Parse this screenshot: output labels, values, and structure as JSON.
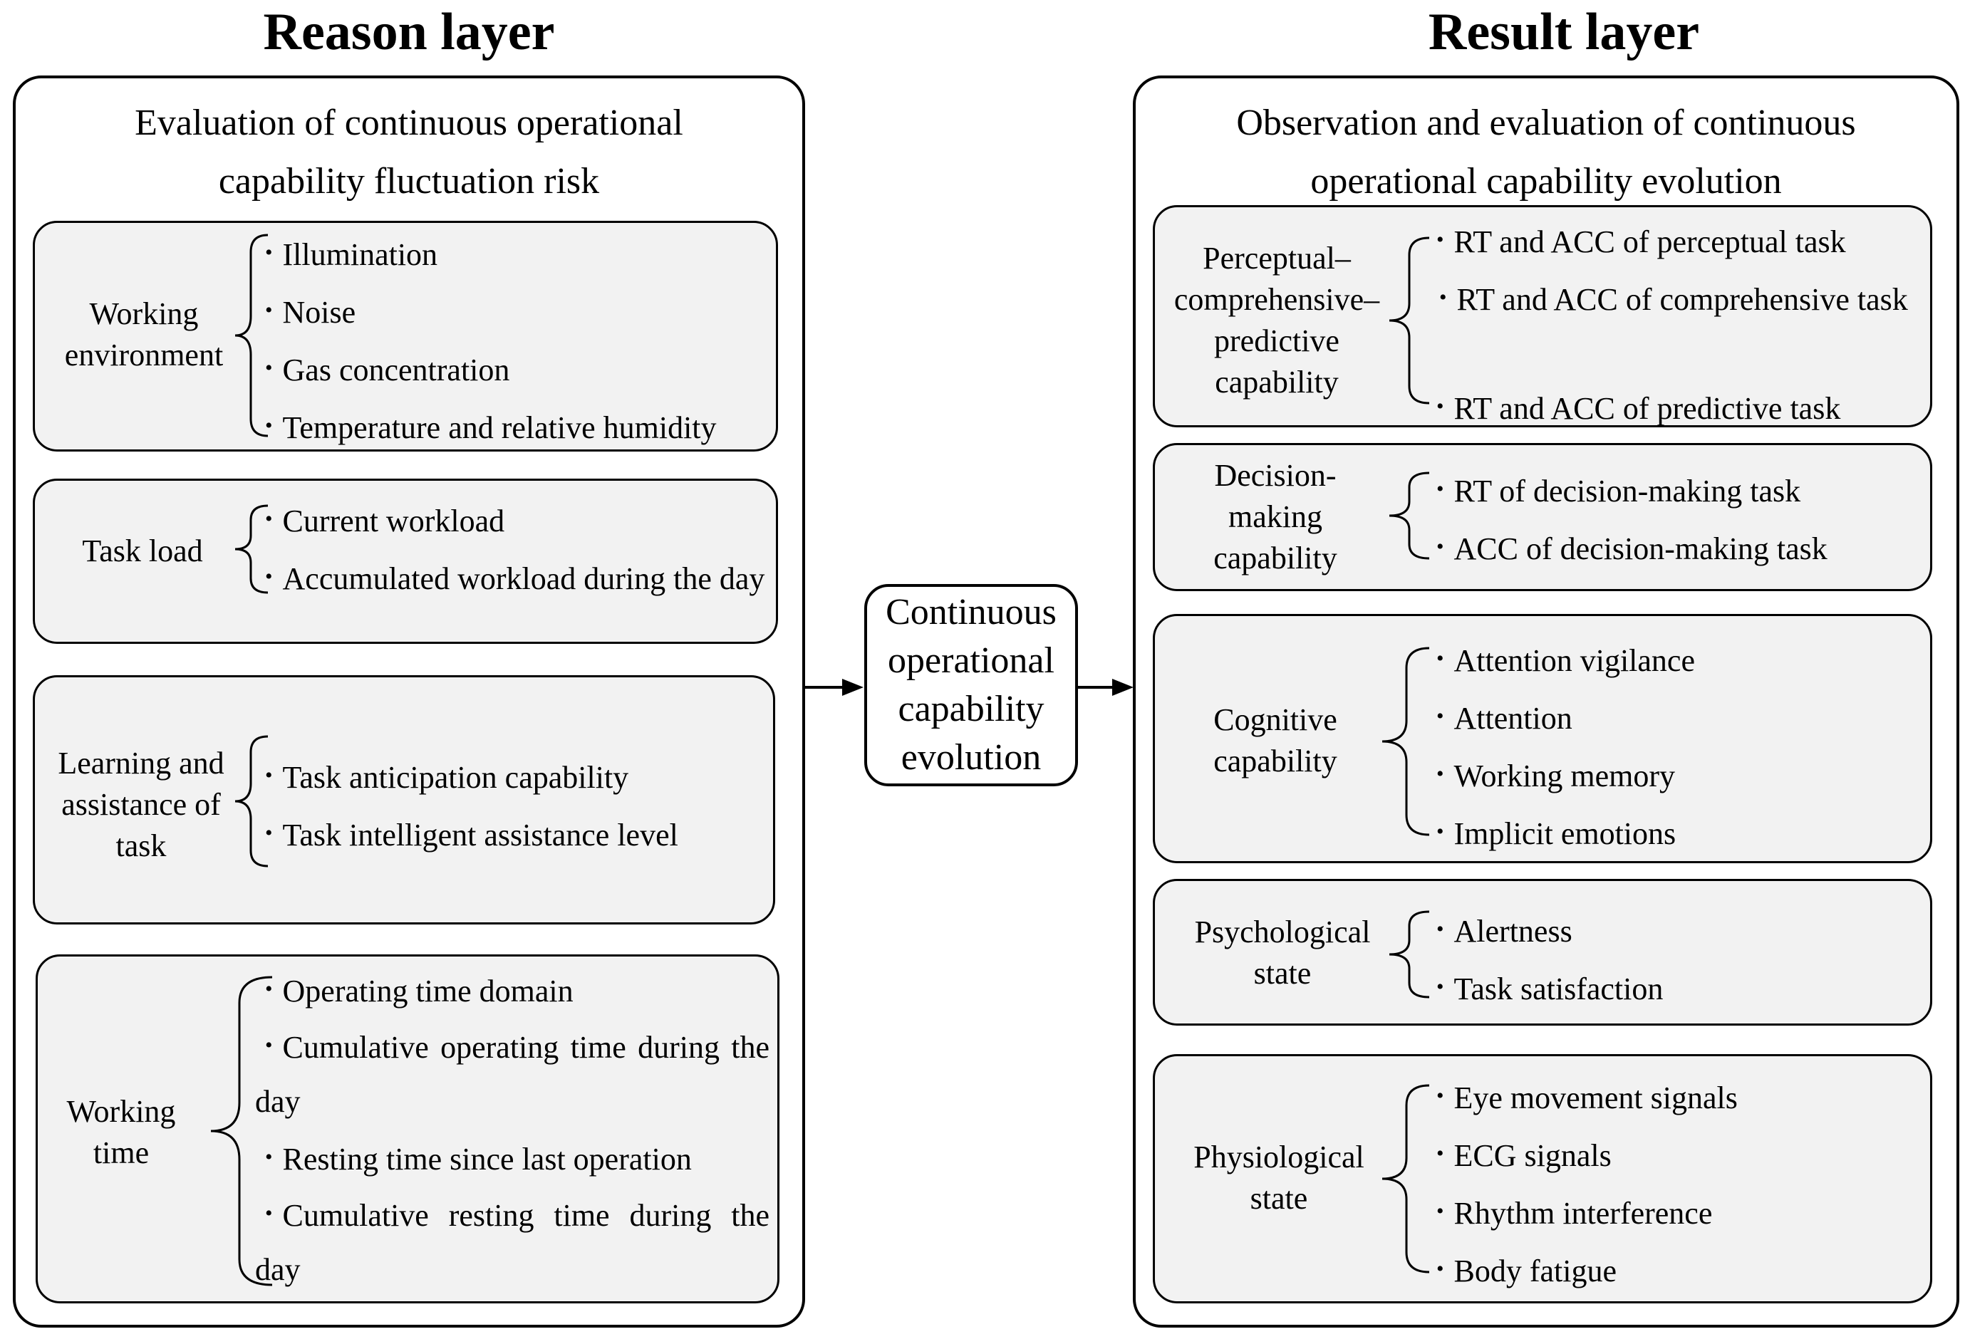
{
  "reason_layer": {
    "title": "Reason layer",
    "heading_line1": "Evaluation of continuous operational",
    "heading_line2": "capability fluctuation risk",
    "groups": [
      {
        "label": "Working environment",
        "items": [
          "Illumination",
          "Noise",
          "Gas concentration",
          "Temperature and relative humidity"
        ]
      },
      {
        "label": "Task load",
        "items": [
          "Current workload",
          "Accumulated workload during the day"
        ]
      },
      {
        "label": "Learning and assistance of task",
        "items": [
          "Task anticipation capability",
          "Task intelligent assistance level"
        ]
      },
      {
        "label": "Working time",
        "items": [
          "Operating time domain",
          "Cumulative operating time during the day",
          "Resting time since last operation",
          "Cumulative resting time during the day"
        ]
      }
    ]
  },
  "center": {
    "label": "Continuous operational capability evolution"
  },
  "result_layer": {
    "title": "Result layer",
    "heading_line1": "Observation and evaluation of continuous",
    "heading_line2": "operational capability evolution",
    "groups": [
      {
        "label": "Perceptual–comprehensive–predictive capability",
        "items": [
          "RT and ACC of perceptual task",
          "RT and ACC of comprehensive task",
          "RT and ACC of predictive task"
        ]
      },
      {
        "label": "Decision-making capability",
        "items": [
          "RT of decision-making task",
          "ACC of decision-making task"
        ]
      },
      {
        "label": "Cognitive capability",
        "items": [
          "Attention vigilance",
          "Attention",
          "Working memory",
          "Implicit emotions"
        ]
      },
      {
        "label": "Psychological state",
        "items": [
          "Alertness",
          "Task satisfaction"
        ]
      },
      {
        "label": "Physiological state",
        "items": [
          "Eye movement signals",
          "ECG signals",
          "Rhythm interference",
          "Body fatigue"
        ]
      }
    ]
  }
}
